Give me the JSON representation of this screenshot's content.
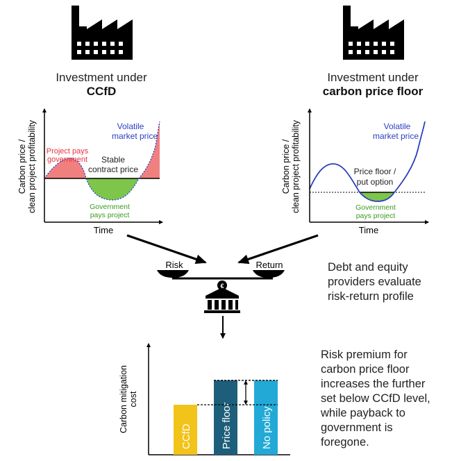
{
  "left_panel": {
    "heading_line1": "Investment under",
    "heading_line2": "CCfD",
    "y_axis_label_line1": "Carbon price /",
    "y_axis_label_line2": "clean project profitability",
    "x_axis_label": "Time",
    "label_volatile_line1": "Volatile",
    "label_volatile_line2": "market price",
    "label_project_pays_line1": "Project pays",
    "label_project_pays_line2": "government",
    "label_stable_line1": "Stable",
    "label_stable_line2": "contract price",
    "label_gov_pays_line1": "Government",
    "label_gov_pays_line2": "pays project"
  },
  "right_panel": {
    "heading_line1": "Investment under",
    "heading_line2": "carbon price floor",
    "y_axis_label_line1": "Carbon price /",
    "y_axis_label_line2": "clean project profitability",
    "x_axis_label": "Time",
    "label_volatile_line1": "Volatile",
    "label_volatile_line2": "market price",
    "label_floor_line1": "Price floor /",
    "label_floor_line2": "put option",
    "label_gov_pays_line1": "Government",
    "label_gov_pays_line2": "pays project"
  },
  "scale": {
    "risk_label": "Risk",
    "return_label": "Return",
    "bank_symbol": "€",
    "description_lines": [
      "Debt and equity",
      "providers evaluate",
      "risk-return profile"
    ]
  },
  "bottom_chart": {
    "y_axis_label_line1": "Carbon mitigation",
    "y_axis_label_line2": "cost",
    "description_lines": [
      "Risk premium for",
      "carbon price floor",
      "increases the further",
      "set below CCfD level,",
      "while payback to",
      "government is",
      "foregone."
    ]
  },
  "chart_data": {
    "type": "bar",
    "categories": [
      "CCfD",
      "Price floor",
      "No policy"
    ],
    "values": [
      0.45,
      0.67,
      0.67
    ],
    "colors": [
      "#f2c318",
      "#1d5f7a",
      "#22a9d6"
    ],
    "ylabel": "Carbon mitigation cost",
    "axis_values_shown": false,
    "annotations": [
      "dashed line at CCfD level",
      "dashed line at price floor / no policy level",
      "double-headed arrow between the two levels"
    ]
  },
  "colors": {
    "positive_area": "#f08080",
    "negative_area": "#7dc54b",
    "market_curve": "#2a3fc0",
    "project_pays_text": "#e8303f",
    "gov_pays_text": "#3a9a1f",
    "volatile_text": "#2a3fc0"
  },
  "icons": [
    "factory-icon",
    "factory-icon",
    "balance-scale-icon",
    "bank-icon"
  ]
}
